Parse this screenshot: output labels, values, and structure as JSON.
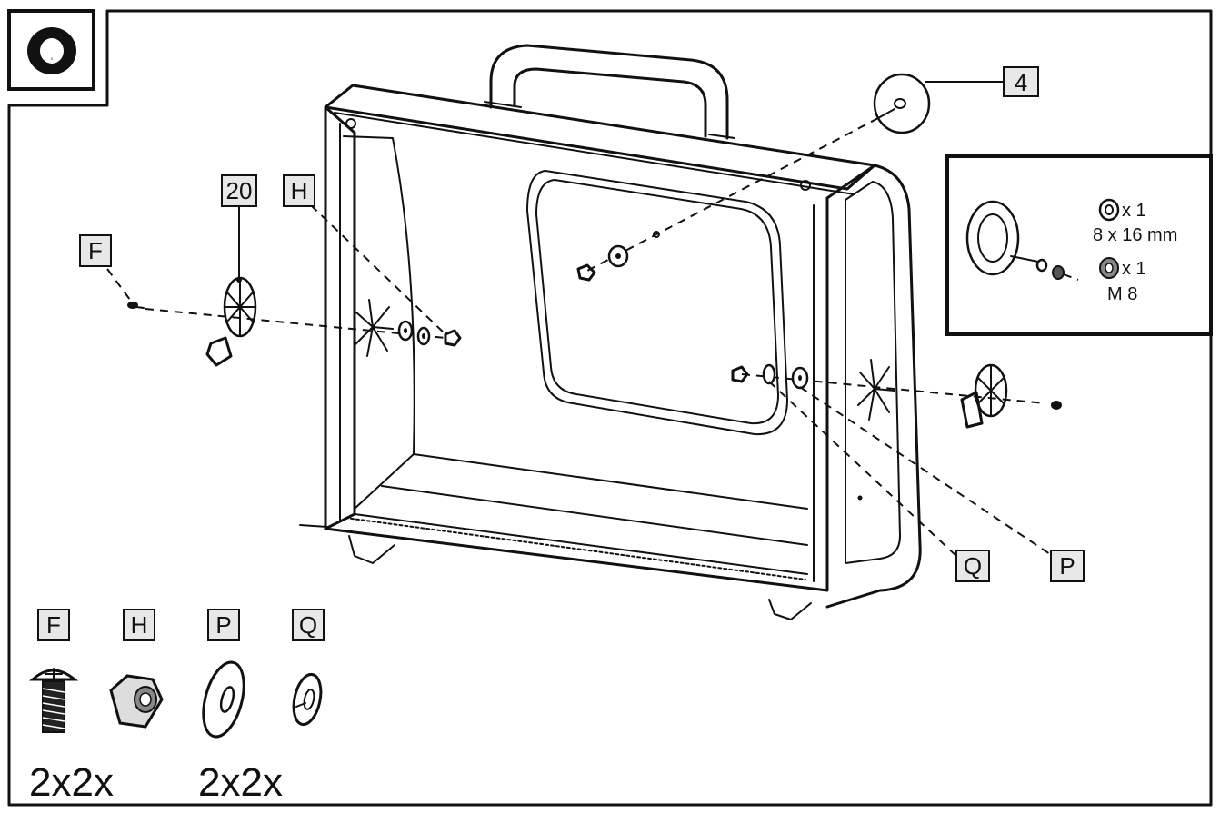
{
  "step": {
    "number": "0"
  },
  "callouts": {
    "part_4": "4",
    "part_20": "20",
    "F": "F",
    "H": "H",
    "P": "P",
    "Q": "Q"
  },
  "detail_box": {
    "washer_qty": "x 1",
    "washer_size": "8 x 16 mm",
    "nut_qty": "x 1",
    "nut_size": "M 8"
  },
  "hardware": {
    "labels": [
      "F",
      "H",
      "P",
      "Q"
    ],
    "quantity_left": "2x2x",
    "quantity_right": "2x2x"
  }
}
